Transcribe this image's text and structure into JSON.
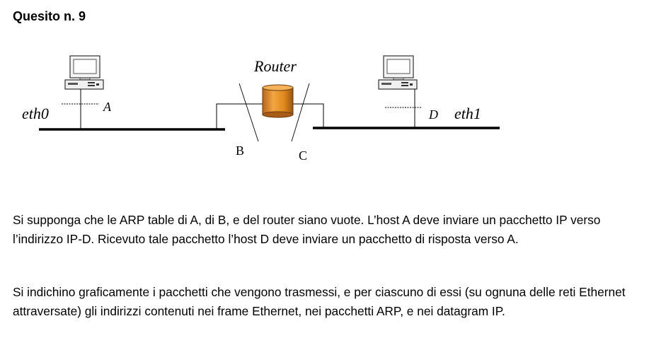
{
  "title": "Quesito n. 9",
  "diagram": {
    "router_label": "Router",
    "host_a_label": "A",
    "host_d_label": "D",
    "iface_b_label": "B",
    "iface_c_label": "C",
    "net_left_label": "eth0",
    "net_right_label": "eth1",
    "icons": [
      "desktop-computer-icon",
      "router-cylinder-icon"
    ],
    "router_color": "#e08a1e"
  },
  "paragraphs": [
    "Si supponga che le ARP table di A, di B, e del router siano vuote. L’host A deve inviare un pacchetto IP verso l’indirizzo IP-D. Ricevuto tale pacchetto l’host D deve inviare un pacchetto di risposta verso A.",
    "Si indichino graficamente i pacchetti che vengono trasmessi, e per ciascuno di essi (su ognuna delle reti Ethernet attraversate) gli indirizzi contenuti nei frame Ethernet, nei pacchetti ARP, e nei datagram IP."
  ]
}
